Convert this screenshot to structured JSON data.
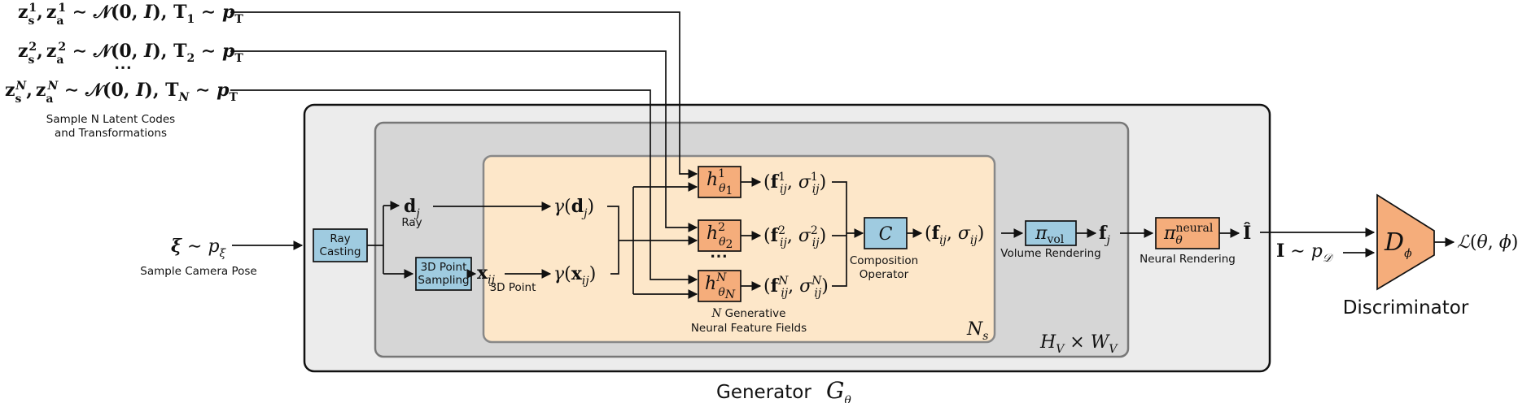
{
  "latent_inputs": [
    "z_s^1, z_a^1 ~ N(0, I), T_1 ~ p_T",
    "z_s^2, z_a^2 ~ N(0, I), T_2 ~ p_T",
    "z_s^N, z_a^N ~ N(0, I), T_N ~ p_T"
  ],
  "ellipsis": "⋯",
  "latent_caption": [
    "Sample N Latent Codes",
    "and Transformations"
  ],
  "camera_input": "ξ ~ p_ξ",
  "camera_caption": "Sample Camera Pose",
  "ray_casting": [
    "Ray",
    "Casting"
  ],
  "point_sampling": [
    "3D Point",
    "Sampling"
  ],
  "ray_var": "d_j",
  "ray_label": "Ray",
  "point_var": "x_ij",
  "point_label": "3D Point",
  "gamma_d": "γ(d_j)",
  "gamma_x": "γ(x_ij)",
  "fields": [
    {
      "box": "h_θ1",
      "out": "(f_ij^1, σ_ij^1)"
    },
    {
      "box": "h_θ2",
      "out": "(f_ij^2, σ_ij^2)"
    },
    {
      "box": "h_θN",
      "out": "(f_ij^N, σ_ij^N)"
    }
  ],
  "fields_caption": [
    "N Generative",
    "Neural Feature Fields"
  ],
  "ns_label": "N_s",
  "composition_box": "C",
  "composition_out": "(f_ij, σ_ij)",
  "composition_caption": [
    "Composition",
    "Operator"
  ],
  "volume_box": "π_vol",
  "volume_out": "f_j",
  "volume_caption": "Volume Rendering",
  "hw_label": "H_V × W_V",
  "neural_box": "π_θ^neural",
  "neural_out": "Î",
  "neural_caption": "Neural Rendering",
  "real_input": "I ~ p_D",
  "discriminator_symbol": "D_φ",
  "discriminator_caption": "Discriminator",
  "loss": "L(θ, φ)",
  "generator_caption": "Generator",
  "generator_symbol": "G_θ",
  "colors": {
    "generator_bg": "#ececec",
    "pixel_bg": "#d6d6d6",
    "field_bg": "#fde7c9",
    "blue_box": "#9fcbe0",
    "orange_box": "#f5ad7b"
  }
}
